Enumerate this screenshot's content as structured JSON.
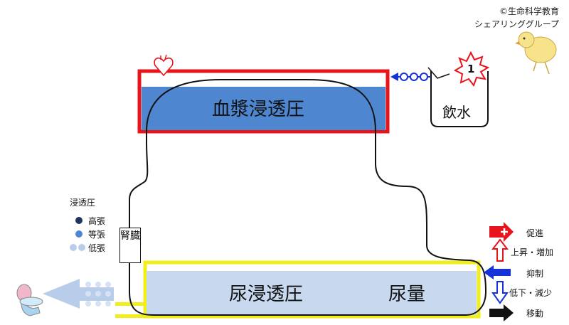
{
  "copyright": {
    "line1": "©生命科学教育",
    "line2": "シェアリンググループ"
  },
  "plasma": {
    "label": "血漿浸透圧",
    "border_color": "#e8141c",
    "fill_color": "#4e86cf"
  },
  "urine": {
    "osmo_label": "尿浸透圧",
    "volume_label": "尿量",
    "border_color": "#f2ee1a",
    "fill_color": "#c8d8ee"
  },
  "kidney": {
    "label": "腎臓"
  },
  "drink": {
    "label": "飲水",
    "badge": "1"
  },
  "legend": {
    "title": "浸透圧",
    "items": [
      {
        "label": "高張",
        "color": "#1f3560"
      },
      {
        "label": "等張",
        "color": "#4a86d4"
      },
      {
        "label": "低張",
        "color": "#b8cdea"
      }
    ]
  },
  "key": {
    "items": [
      {
        "label": "促進",
        "icon": "red-arrow-icon",
        "color": "#e8141c"
      },
      {
        "label": "上昇・増加",
        "icon": "up-hollow-arrow-icon",
        "color": "#e8141c"
      },
      {
        "label": "抑制",
        "icon": "blue-arrow-icon",
        "color": "#1432d8"
      },
      {
        "label": "低下・減少",
        "icon": "down-hollow-arrow-icon",
        "color": "#1432d8"
      },
      {
        "label": "移動",
        "icon": "black-arrow-icon",
        "color": "#111111"
      }
    ]
  }
}
